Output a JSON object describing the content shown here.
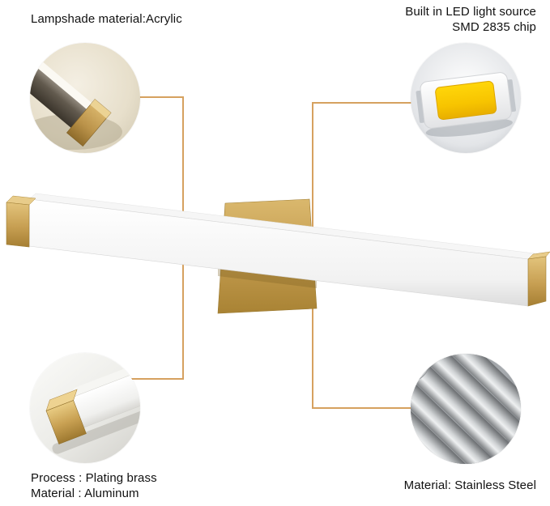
{
  "labels": {
    "lampshade": "Lampshade material:Acrylic",
    "led_line1": "Built in LED light source",
    "led_line2": "SMD 2835 chip",
    "process_line1": "Process : Plating brass",
    "process_line2": "Material : Aluminum",
    "steel": "Material: Stainless Steel"
  },
  "colors": {
    "connector": "#d6a15f",
    "brass": "#c49c4f",
    "led-yellow": "#f7c400",
    "text": "#111111",
    "background": "#ffffff"
  },
  "insets": {
    "top_left": "lampshade-endcap-closeup-photo",
    "top_right": "led-smd2835-chip-photo",
    "bottom_left": "brass-endcap-closeup-photo",
    "bottom_right": "stainless-steel-rods-photo"
  }
}
